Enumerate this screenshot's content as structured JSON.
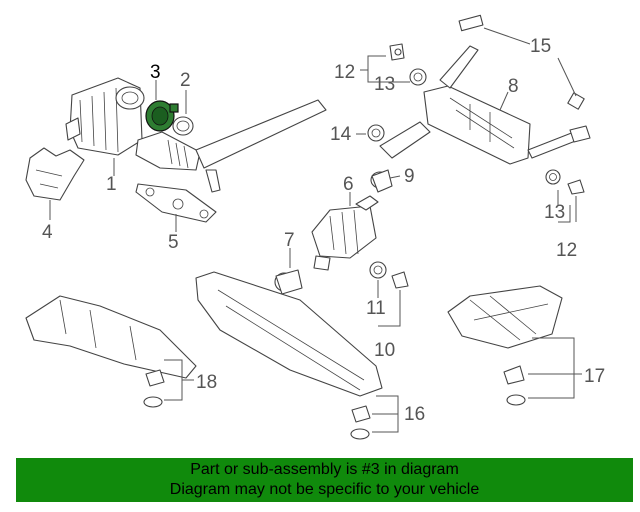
{
  "callouts": {
    "c1": "1",
    "c2": "2",
    "c3": "3",
    "c4": "4",
    "c5": "5",
    "c6": "6",
    "c7": "7",
    "c8": "8",
    "c9": "9",
    "c10": "10",
    "c11": "11",
    "c12a": "12",
    "c12b": "12",
    "c13a": "13",
    "c13b": "13",
    "c14": "14",
    "c15": "15",
    "c16": "16",
    "c17": "17",
    "c18": "18"
  },
  "banner": {
    "line1": "Part or sub-assembly is #3 in diagram",
    "line2": "Diagram may not be specific to your vehicle"
  },
  "colors": {
    "highlight": "#2e7d32",
    "banner": "#108a0c"
  }
}
